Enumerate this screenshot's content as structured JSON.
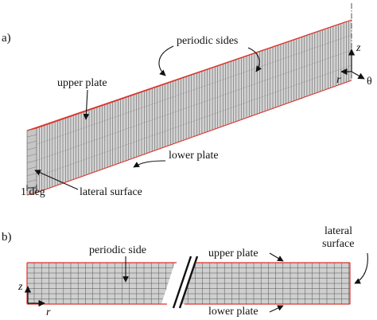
{
  "panel_a": {
    "tag": "a)",
    "periodic_sides": "periodic sides",
    "upper_plate": "upper plate",
    "lower_plate": "lower plate",
    "lateral_surface": "lateral surface",
    "angle": "1 deg",
    "axis_z": "z",
    "axis_r": "r",
    "axis_theta": "θ"
  },
  "panel_b": {
    "tag": "b)",
    "periodic_side": "periodic side",
    "upper_plate": "upper plate",
    "lower_plate": "lower plate",
    "lateral_line1": "lateral",
    "lateral_line2": "surface",
    "axis_z": "z",
    "axis_r": "r"
  },
  "colors": {
    "edge": "#d9342b",
    "mesh": "#555555",
    "face_top": "#e8e8e8",
    "face_side": "#d4d4d4"
  }
}
